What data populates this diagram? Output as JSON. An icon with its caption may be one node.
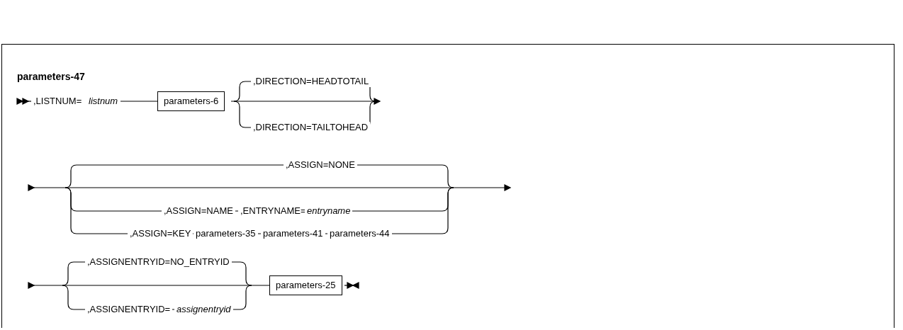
{
  "diagram": {
    "title": "parameters-47",
    "nodes": [
      {
        "text": [
          "parameters-6"
        ]
      },
      {
        "text": [
          "parameters-25"
        ]
      }
    ],
    "labels": [
      ",LISTNUM=",
      "listnum",
      ",DIRECTION=HEADTOTAIL",
      ",DIRECTION=TAILTOHEAD",
      ",ASSIGN=NONE",
      ",ASSIGN=NAME",
      ",ENTRYNAME=",
      "entryname",
      ",ASSIGN=KEY",
      "parameters-35",
      "parameters-41",
      "parameters-44",
      ",ASSIGNENTRYID=NO_ENTRYID",
      ",ASSIGNENTRYID=",
      "assignentryid"
    ]
  }
}
